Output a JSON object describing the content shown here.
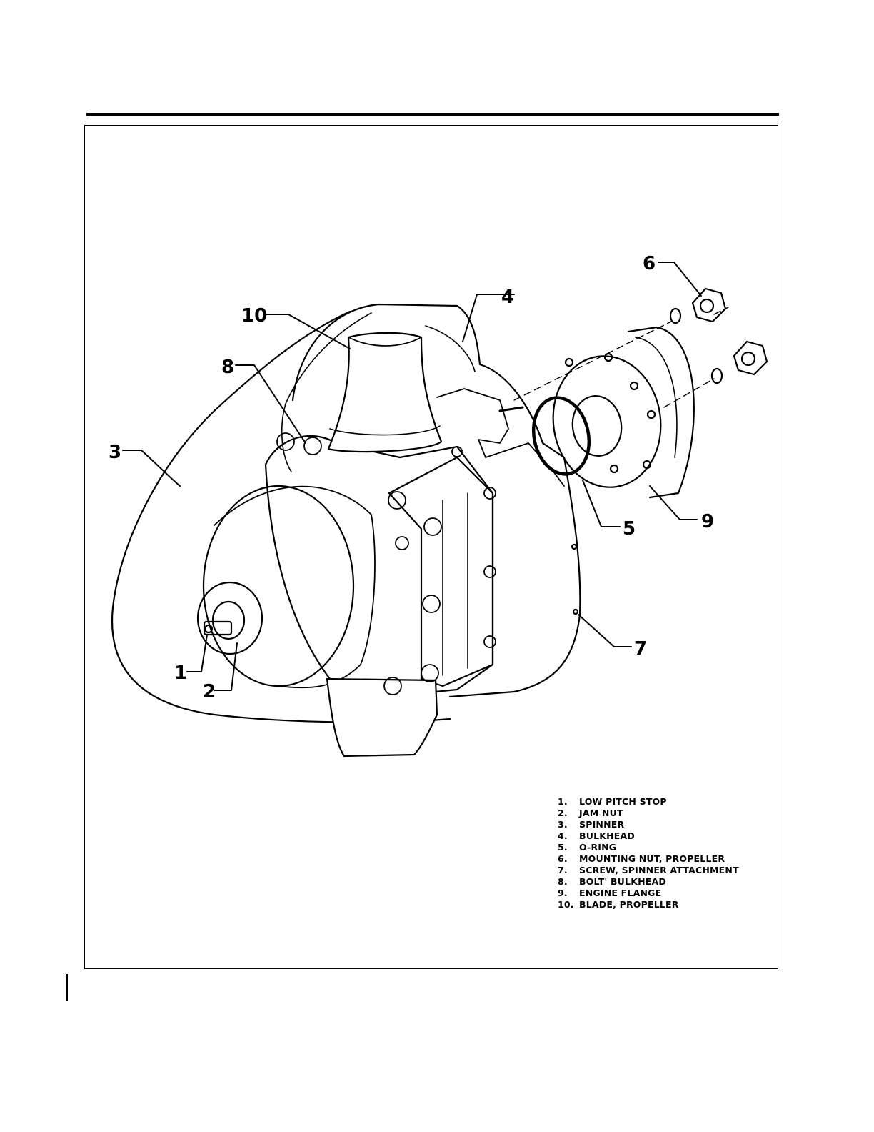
{
  "callouts": [
    "1",
    "2",
    "3",
    "4",
    "5",
    "6",
    "7",
    "8",
    "9",
    "10"
  ],
  "legend": [
    {
      "num": "1.",
      "label": "LOW PITCH STOP"
    },
    {
      "num": "2.",
      "label": "JAM NUT"
    },
    {
      "num": "3.",
      "label": "SPINNER"
    },
    {
      "num": "4.",
      "label": "BULKHEAD"
    },
    {
      "num": "5.",
      "label": "O-RING"
    },
    {
      "num": "6.",
      "label": "MOUNTING NUT, PROPELLER"
    },
    {
      "num": "7.",
      "label": "SCREW, SPINNER ATTACHMENT"
    },
    {
      "num": "8.",
      "label": "BOLT' BULKHEAD"
    },
    {
      "num": "9.",
      "label": "ENGINE FLANGE"
    },
    {
      "num": "10.",
      "label": "BLADE, PROPELLER"
    }
  ]
}
